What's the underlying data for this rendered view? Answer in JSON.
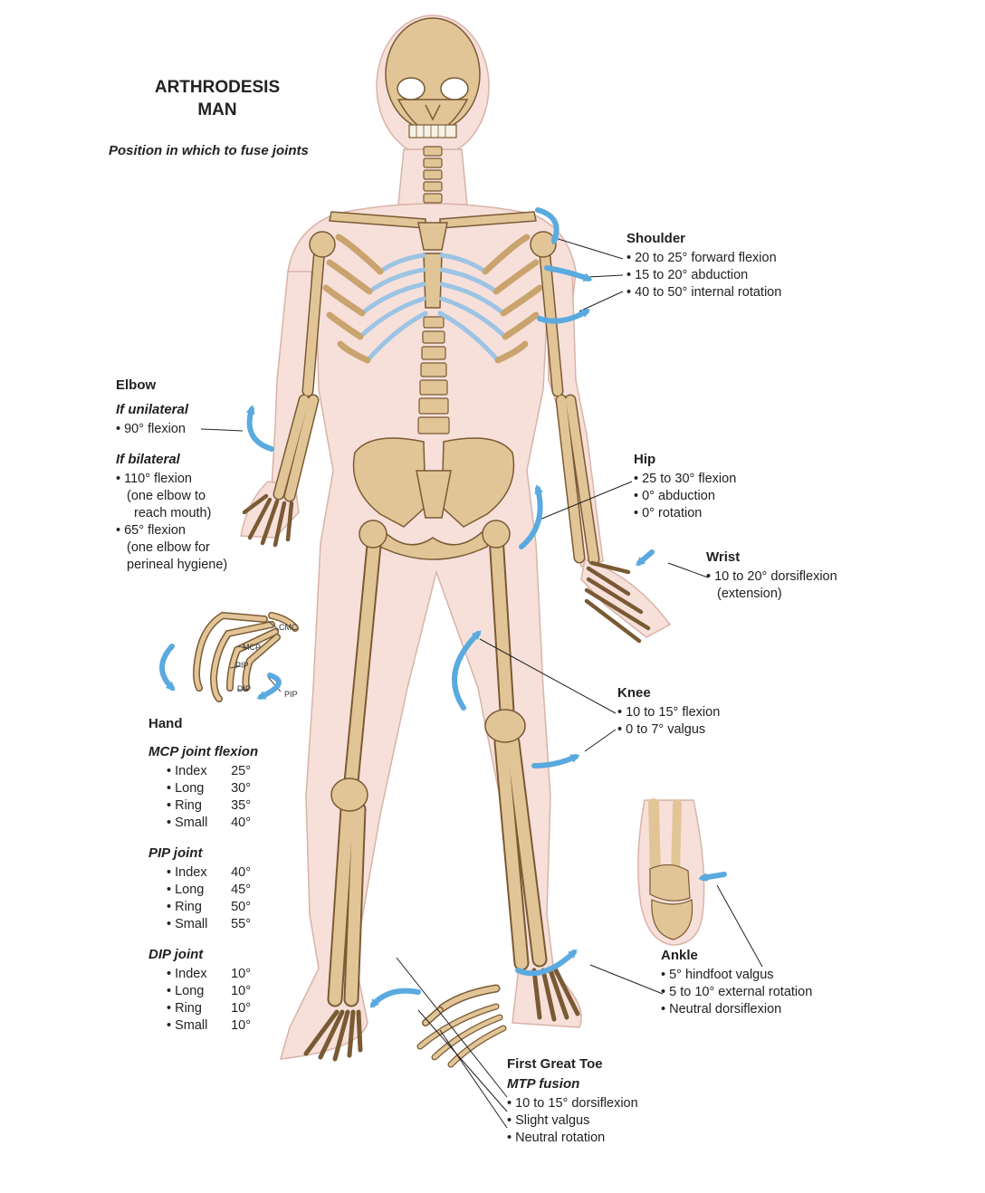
{
  "title": [
    "ARTHRODESIS",
    "MAN"
  ],
  "subtitle": "Position in which to fuse joints",
  "accent_color": "#5aaadf",
  "bone_color": "#e2c597",
  "skin_color": "#f7e0da",
  "rib_cartilage_color": "#9cc4e4",
  "icons": [
    "skeleton-figure",
    "curved-arrow-icon",
    "leader-line"
  ],
  "hand_callouts": [
    "CMC",
    "MCP",
    "PIP",
    "DIP",
    "PIP"
  ],
  "shoulder": {
    "heading": "Shoulder",
    "items": [
      "20 to 25° forward flexion",
      "15 to 20° abduction",
      "40 to 50° internal rotation"
    ]
  },
  "elbow": {
    "heading": "Elbow",
    "unilateral_label": "If unilateral",
    "unilateral_items": [
      "90° flexion"
    ],
    "bilateral_label": "If bilateral",
    "bilateral_items": [
      "110° flexion",
      "(one elbow to",
      "reach mouth)",
      "65° flexion",
      "(one elbow for",
      "perineal hygiene)"
    ]
  },
  "hip": {
    "heading": "Hip",
    "items": [
      "25 to 30° flexion",
      "0° abduction",
      "0° rotation"
    ]
  },
  "wrist": {
    "heading": "Wrist",
    "items": [
      "10 to 20° dorsiflexion",
      "(extension)"
    ]
  },
  "knee": {
    "heading": "Knee",
    "items": [
      "10 to 15° flexion",
      "0 to 7° valgus"
    ]
  },
  "hand": {
    "heading": "Hand",
    "mcp_label": "MCP joint flexion",
    "mcp": [
      {
        "finger": "Index",
        "angle": "25°"
      },
      {
        "finger": "Long",
        "angle": "30°"
      },
      {
        "finger": "Ring",
        "angle": "35°"
      },
      {
        "finger": "Small",
        "angle": "40°"
      }
    ],
    "pip_label": "PIP joint",
    "pip": [
      {
        "finger": "Index",
        "angle": "40°"
      },
      {
        "finger": "Long",
        "angle": "45°"
      },
      {
        "finger": "Ring",
        "angle": "50°"
      },
      {
        "finger": "Small",
        "angle": "55°"
      }
    ],
    "dip_label": "DIP joint",
    "dip": [
      {
        "finger": "Index",
        "angle": "10°"
      },
      {
        "finger": "Long",
        "angle": "10°"
      },
      {
        "finger": "Ring",
        "angle": "10°"
      },
      {
        "finger": "Small",
        "angle": "10°"
      }
    ]
  },
  "ankle": {
    "heading": "Ankle",
    "items": [
      "5° hindfoot valgus",
      "5 to 10° external rotation",
      "Neutral dorsiflexion"
    ]
  },
  "toe": {
    "heading": "First Great Toe",
    "sublabel": "MTP fusion",
    "items": [
      "10 to 15° dorsiflexion",
      "Slight valgus",
      "Neutral rotation"
    ]
  }
}
